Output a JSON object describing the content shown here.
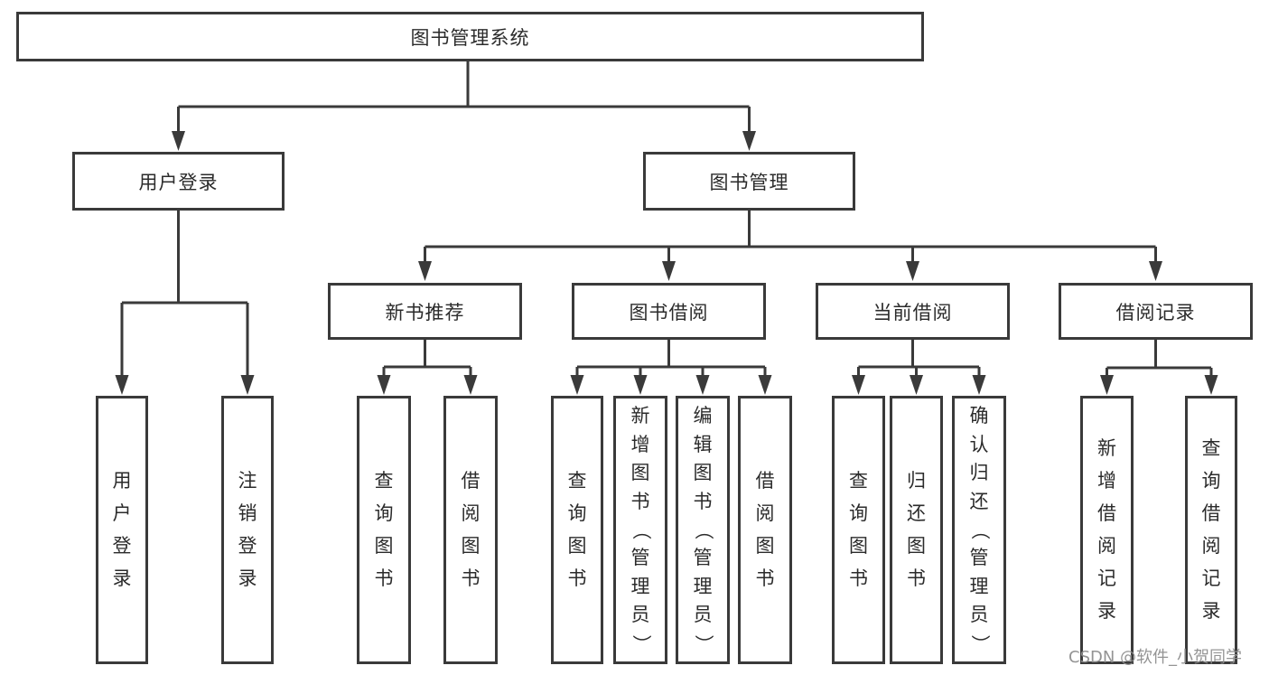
{
  "diagram": {
    "root": "图书管理系统",
    "level2": [
      "用户登录",
      "图书管理"
    ],
    "level3": [
      "新书推荐",
      "图书借阅",
      "当前借阅",
      "借阅记录"
    ],
    "leaves": [
      [
        "用户登录",
        "注销登录"
      ],
      [
        "查询图书",
        "借阅图书"
      ],
      [
        "查询图书",
        "新增图书（管理员）",
        "编辑图书（管理员）",
        "借阅图书"
      ],
      [
        "查询图书",
        "归还图书",
        "确认归还（管理员）"
      ],
      [
        "新增借阅记录",
        "查询借阅记录"
      ]
    ],
    "colors": {
      "line": "#3a3a3a",
      "text": "#2b2b2b",
      "watermark": "#8f8f8f",
      "background": "#ffffff"
    }
  },
  "watermark": "CSDN @软件_小贺同学"
}
